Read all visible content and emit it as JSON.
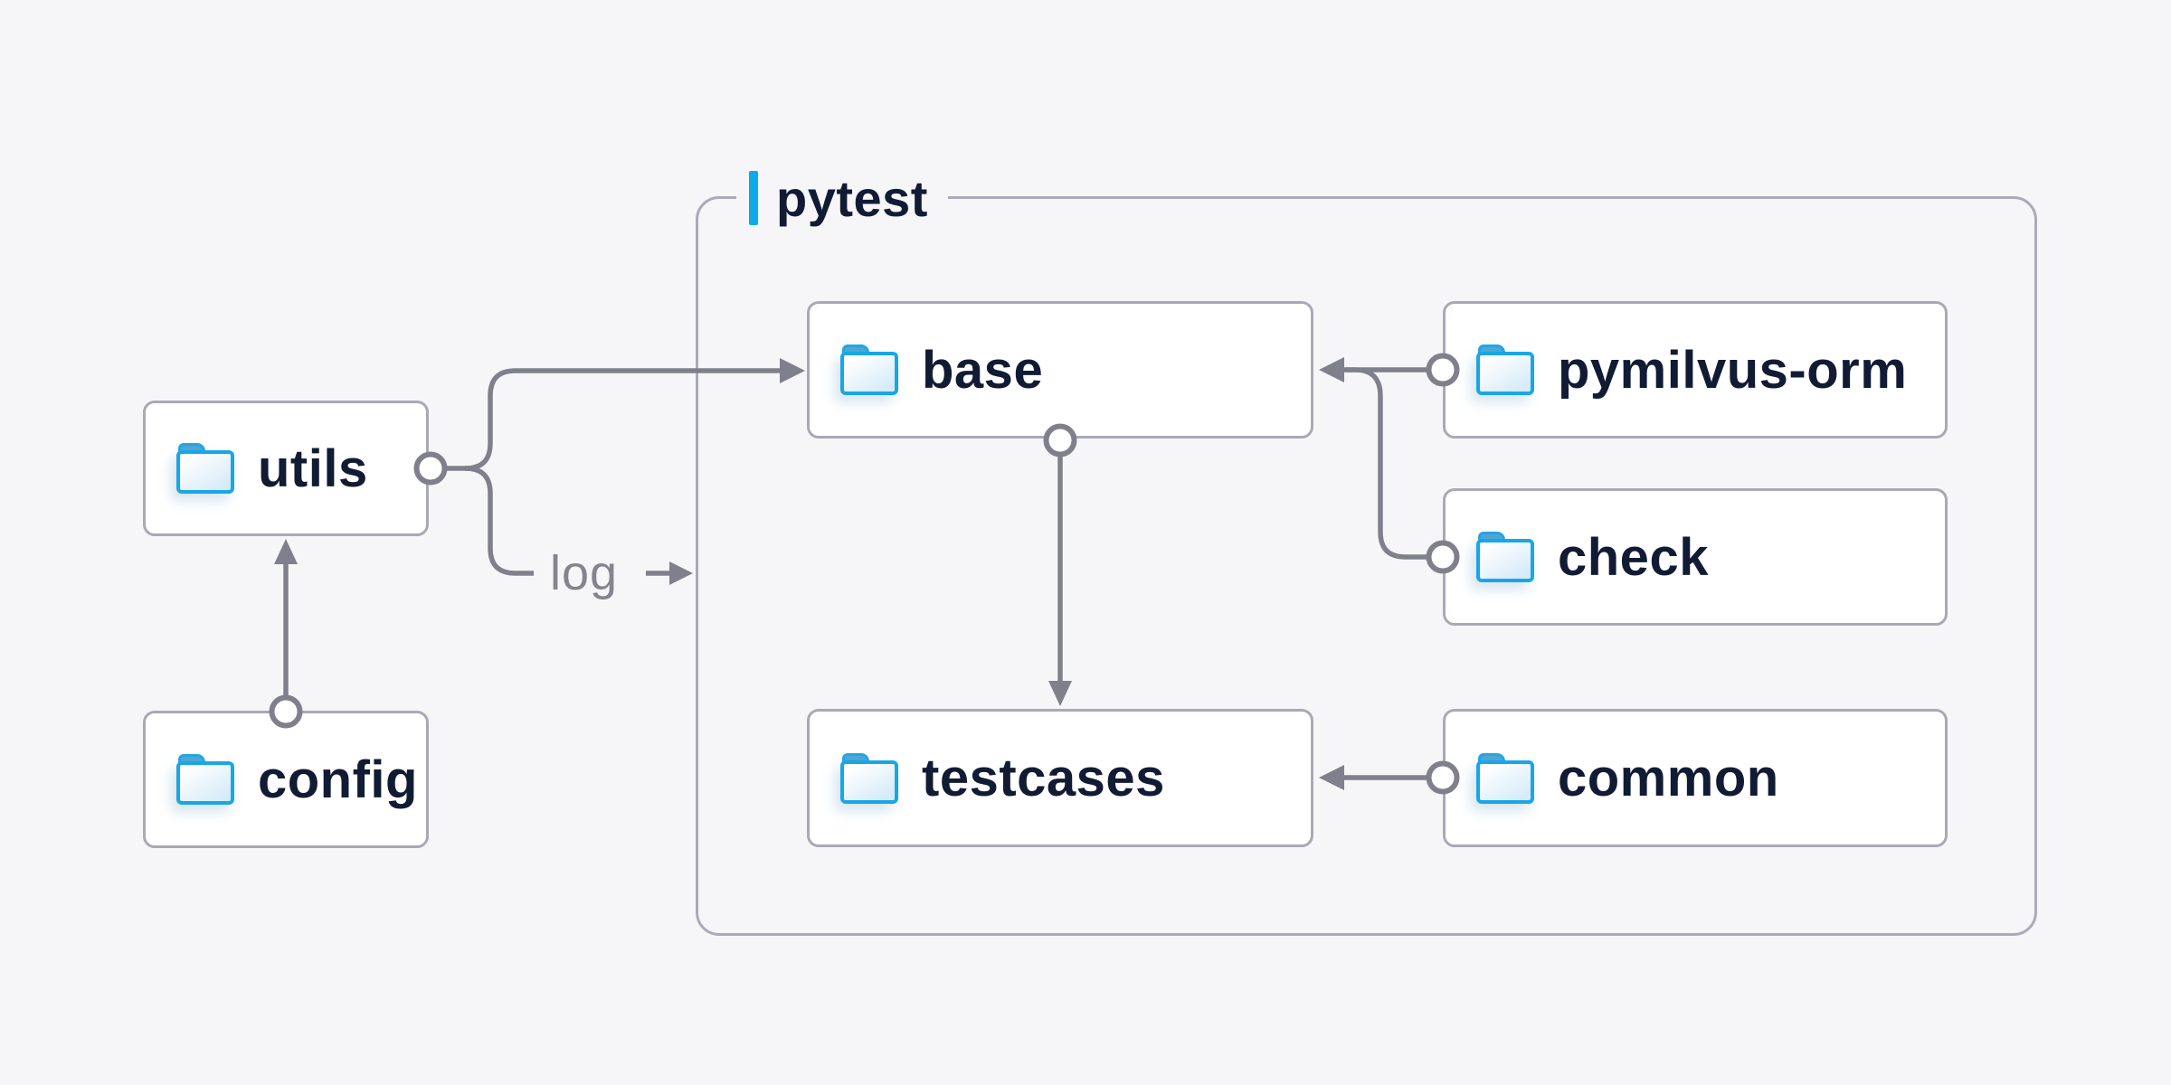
{
  "diagram": {
    "group": {
      "label": "pytest"
    },
    "nodes": {
      "utils": {
        "label": "utils",
        "icon": "folder-icon"
      },
      "config": {
        "label": "config",
        "icon": "folder-icon"
      },
      "base": {
        "label": "base",
        "icon": "folder-icon"
      },
      "pymilvus_orm": {
        "label": "pymilvus-orm",
        "icon": "folder-icon"
      },
      "check": {
        "label": "check",
        "icon": "folder-icon"
      },
      "testcases": {
        "label": "testcases",
        "icon": "folder-icon"
      },
      "common": {
        "label": "common",
        "icon": "folder-icon"
      }
    },
    "edge_label": {
      "text": "log"
    },
    "edges": [
      {
        "from": "config",
        "to": "utils",
        "type": "arrow"
      },
      {
        "from": "utils",
        "to": "base",
        "type": "arrow"
      },
      {
        "from": "utils",
        "to": "pytest-group",
        "type": "arrow",
        "label": "log"
      },
      {
        "from": "pymilvus-orm",
        "to": "base",
        "type": "arrow"
      },
      {
        "from": "check",
        "to": "base",
        "type": "merge"
      },
      {
        "from": "base",
        "to": "testcases",
        "type": "arrow"
      },
      {
        "from": "common",
        "to": "testcases",
        "type": "arrow"
      }
    ],
    "colors": {
      "background": "#f6f6f8",
      "node_background": "#ffffff",
      "node_border": "#a9a9b6",
      "node_text": "#111b33",
      "group_border": "#abaab9",
      "connector": "#80808c",
      "accent_bar": "#0aabec",
      "folder_blue": "#19a6e7",
      "folder_tab_blue": "#4fa6d6",
      "edge_label_text": "#84848e"
    }
  }
}
